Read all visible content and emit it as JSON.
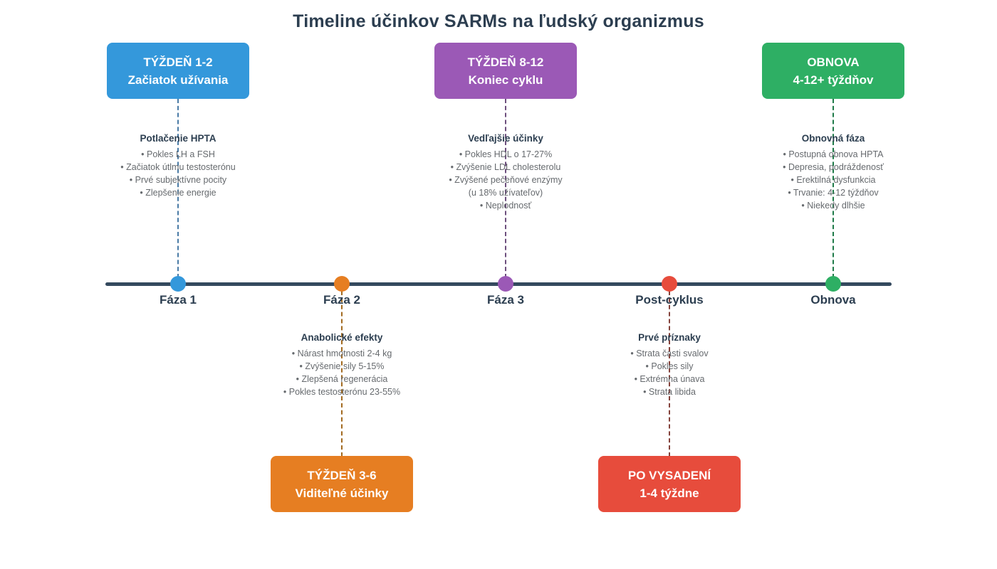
{
  "title": "Timeline účinkov SARMs na ľudský organizmus",
  "timeline": {
    "color": "#34495e"
  },
  "phases": [
    {
      "label": "Fáza 1",
      "side": "above",
      "box": {
        "line1": "TÝŽDEŇ 1-2",
        "line2": "Začiatok užívania",
        "color": "#3498db"
      },
      "dot_color": "#3498db",
      "dash_color": "#4a7ba6",
      "detail": {
        "heading": "Potlačenie HPTA",
        "lines": [
          "• Pokles LH a FSH",
          "• Začiatok útlmu testosterónu",
          "• Prvé subjektívne pocity",
          "• Zlepšenie energie"
        ]
      }
    },
    {
      "label": "Fáza 2",
      "side": "below",
      "box": {
        "line1": "TÝŽDEŇ 3-6",
        "line2": "Viditeľné účinky",
        "color": "#e67e22"
      },
      "dot_color": "#e67e22",
      "dash_color": "#a26a20",
      "detail": {
        "heading": "Anabolické efekty",
        "lines": [
          "• Nárast hmotnosti 2-4 kg",
          "• Zvýšenie sily 5-15%",
          "• Zlepšená regenerácia",
          "• Pokles testosterónu 23-55%"
        ]
      }
    },
    {
      "label": "Fáza 3",
      "side": "above",
      "box": {
        "line1": "TÝŽDEŇ 8-12",
        "line2": "Koniec cyklu",
        "color": "#9b59b6"
      },
      "dot_color": "#9b59b6",
      "dash_color": "#6d4f7d",
      "detail": {
        "heading": "Vedľajšie účinky",
        "lines": [
          "• Pokles HDL o 17-27%",
          "• Zvýšenie LDL cholesterolu",
          "• Zvýšené pečeňové enzýmy",
          "(u 18% užívateľov)",
          "• Neplodnosť"
        ]
      }
    },
    {
      "label": "Post-cyklus",
      "side": "below",
      "box": {
        "line1": "PO VYSADENÍ",
        "line2": "1-4 týždne",
        "color": "#e74c3c"
      },
      "dot_color": "#e74c3c",
      "dash_color": "#84423b",
      "detail": {
        "heading": "Prvé príznaky",
        "lines": [
          "• Strata časti svalov",
          "• Pokles sily",
          "• Extrémna únava",
          "• Strata libida"
        ]
      }
    },
    {
      "label": "Obnova",
      "side": "above",
      "box": {
        "line1": "OBNOVA",
        "line2": "4-12+ týždňov",
        "color": "#2eaf64"
      },
      "dot_color": "#2eaf64",
      "dash_color": "#1e7a48",
      "detail": {
        "heading": "Obnovná fáza",
        "lines": [
          "• Postupná obnova HPTA",
          "• Depresia, podráždenosť",
          "• Erektilná dysfunkcia",
          "• Trvanie: 4-12 týždňov",
          "• Niekedy dlhšie"
        ]
      }
    }
  ]
}
